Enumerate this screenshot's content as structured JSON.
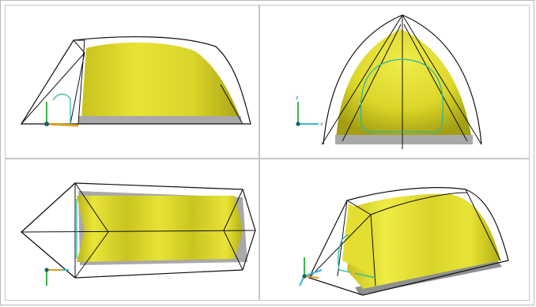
{
  "viewports": [
    {
      "id": "side",
      "axis": {
        "up": "y",
        "right": "x"
      }
    },
    {
      "id": "front",
      "axis": {
        "up": "y",
        "right": "x"
      }
    },
    {
      "id": "top",
      "axis": {
        "up": "z",
        "right": "x"
      }
    },
    {
      "id": "perspective",
      "axis": {
        "up": "y",
        "right": "x",
        "depth": "z"
      }
    }
  ],
  "colors": {
    "fabric_yellow": "#e6e233",
    "fabric_shadow": "#a7a312",
    "floor_gray": "#a9a9aa",
    "frame_line": "#111111",
    "door_outline": "#25b9a6",
    "axis_green": "#39b84a",
    "axis_cyan": "#35b9d6",
    "axis_orange": "#e0a020"
  }
}
